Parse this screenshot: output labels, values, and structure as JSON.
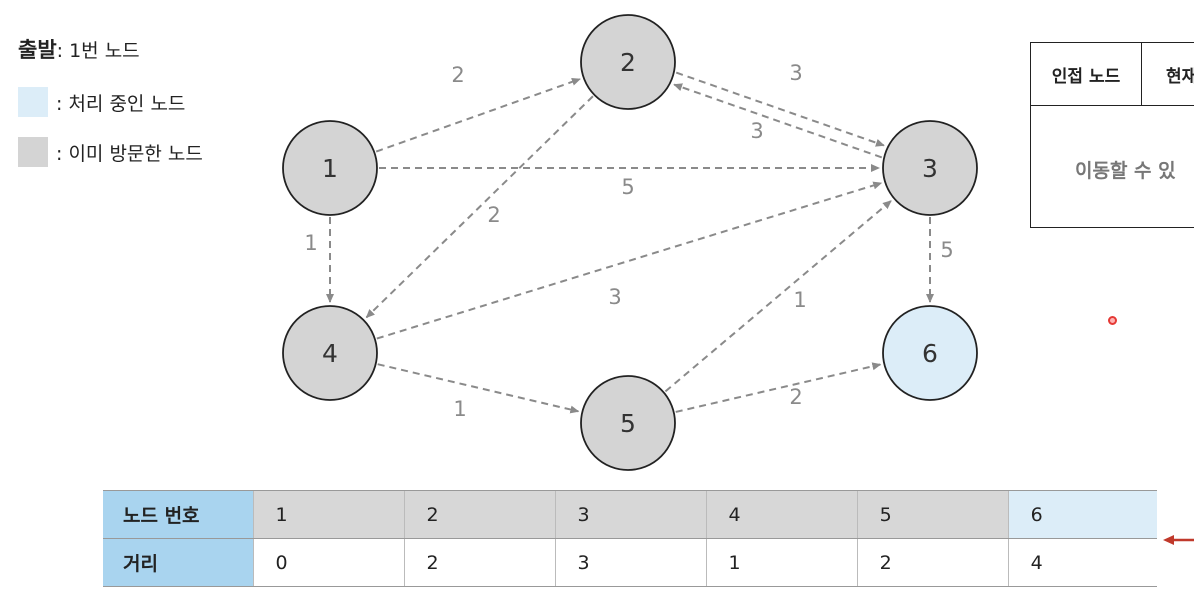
{
  "legend": {
    "start_bold": "출발",
    "start_rest": ": 1번 노드",
    "processing_label": ": 처리 중인 노드",
    "visited_label": ": 이미 방문한 노드",
    "processing_color": "#dcedf8",
    "visited_color": "#d4d4d4"
  },
  "graph": {
    "nodes": [
      {
        "id": "1",
        "state": "visited"
      },
      {
        "id": "2",
        "state": "visited"
      },
      {
        "id": "3",
        "state": "visited"
      },
      {
        "id": "4",
        "state": "visited"
      },
      {
        "id": "5",
        "state": "visited"
      },
      {
        "id": "6",
        "state": "processing"
      }
    ],
    "edges": [
      {
        "from": "1",
        "to": "2",
        "weight": "2"
      },
      {
        "from": "1",
        "to": "3",
        "weight": "5"
      },
      {
        "from": "1",
        "to": "4",
        "weight": "1"
      },
      {
        "from": "2",
        "to": "3",
        "weight": "3"
      },
      {
        "from": "3",
        "to": "2",
        "weight": "3"
      },
      {
        "from": "2",
        "to": "4",
        "weight": "2"
      },
      {
        "from": "3",
        "to": "6",
        "weight": "5"
      },
      {
        "from": "4",
        "to": "3",
        "weight": "3"
      },
      {
        "from": "4",
        "to": "5",
        "weight": "1"
      },
      {
        "from": "5",
        "to": "3",
        "weight": "1"
      },
      {
        "from": "5",
        "to": "6",
        "weight": "2"
      }
    ]
  },
  "side_table": {
    "col1": "인접 노드",
    "col2": "현재",
    "body": "이동할 수 있"
  },
  "distance_table": {
    "row1_header": "노드 번호",
    "row2_header": "거리",
    "nodes": [
      "1",
      "2",
      "3",
      "4",
      "5",
      "6"
    ],
    "distances": [
      "0",
      "2",
      "3",
      "1",
      "2",
      "4"
    ],
    "current_index": 5
  },
  "colors": {
    "node_visited": "#d4d4d4",
    "node_processing": "#dcedf8",
    "header_blue": "#a9d4ef",
    "edge": "#8a8a8a",
    "indicator_arrow": "#c0392b"
  }
}
